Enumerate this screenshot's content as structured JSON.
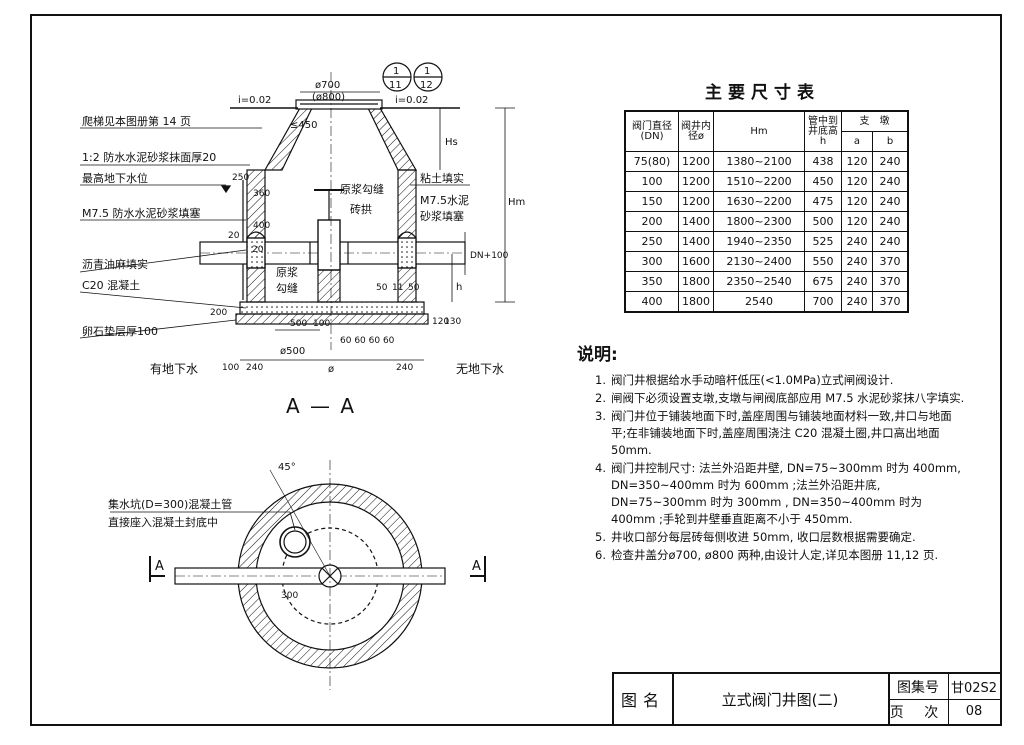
{
  "section": {
    "title": "A — A",
    "labels": {
      "ladder": "爬梯见本图册第 14 页",
      "plaster": "1:2 防水水泥砂浆抹面厚20",
      "gwl": "最高地下水位",
      "m75_fill": "M7.5 防水水泥砂浆填塞",
      "asphalt": "沥青油麻填实",
      "c20": "C20 混凝土",
      "gravel": "卵石垫层厚100",
      "with_gw": "有地下水",
      "no_gw": "无地下水",
      "clay": "粘土填实",
      "m75_right_1": "M7.5水泥",
      "m75_right_2": "砂浆填塞",
      "arch_1": "原浆勾缝",
      "arch_2": "砖拱",
      "joint_1": "原浆",
      "joint_2": "勾缝",
      "slope_left": "i=0.02",
      "slope_right": "i=0.02",
      "d700": "ø700",
      "d800": "(ø800)",
      "ref1_top": "1",
      "ref1_bottom": "11",
      "ref2_top": "1",
      "ref2_bottom": "12",
      "dim_450": "≤450",
      "dim_hs": "Hs",
      "dim_hm": "Hm",
      "dim_250": "250",
      "dim_360": "360",
      "dim_400": "400",
      "dim_20a": "20",
      "dim_20b": "20",
      "dim_200": "200",
      "dim_dn100": "DN+100",
      "dim_h": "h",
      "dim_120": "120",
      "dim_130": "130",
      "dim_50a": "50",
      "dim_11": "11",
      "dim_50b": "50",
      "dim_500a": "500",
      "dim_100": "100",
      "dim_d500": "ø500",
      "dim_60": "60 60 60 60",
      "dim_b100": "100",
      "dim_240a": "240",
      "dim_phi": "ø",
      "dim_240b": "240"
    }
  },
  "plan": {
    "labels": {
      "sump_1": "集水坑(D=300)混凝土管",
      "sump_2": "直接座入混凝土封底中",
      "angle": "45°",
      "dim_300": "300",
      "cut_left": "A",
      "cut_right": "A"
    }
  },
  "table": {
    "title": "主要尺寸表",
    "headers": {
      "dn": "阀门直径(DN)",
      "inner": "阀井内径ø",
      "hm": "Hm",
      "h": "管中到井底高h",
      "pier": "支　墩",
      "a": "a",
      "b": "b"
    },
    "rows": [
      [
        "75(80)",
        "1200",
        "1380~2100",
        "438",
        "120",
        "240"
      ],
      [
        "100",
        "1200",
        "1510~2200",
        "450",
        "120",
        "240"
      ],
      [
        "150",
        "1200",
        "1630~2200",
        "475",
        "120",
        "240"
      ],
      [
        "200",
        "1400",
        "1800~2300",
        "500",
        "120",
        "240"
      ],
      [
        "250",
        "1400",
        "1940~2350",
        "525",
        "240",
        "240"
      ],
      [
        "300",
        "1600",
        "2130~2400",
        "550",
        "240",
        "370"
      ],
      [
        "350",
        "1800",
        "2350~2540",
        "675",
        "240",
        "370"
      ],
      [
        "400",
        "1800",
        "2540",
        "700",
        "240",
        "370"
      ]
    ]
  },
  "notes": {
    "title": "说明:",
    "items": [
      {
        "num": "1.",
        "text": "阀门井根据给水手动暗杆低压(<1.0MPa)立式闸阀设计."
      },
      {
        "num": "2.",
        "text": "闸阀下必须设置支墩,支墩与闸阀底部应用 M7.5 水泥砂浆抹八字填实."
      },
      {
        "num": "3.",
        "text": "阀门井位于铺装地面下时,盖座周围与铺装地面材料一致,井口与地面平;在非铺装地面下时,盖座周围浇注 C20 混凝土圈,井口高出地面 50mm."
      },
      {
        "num": "4.",
        "text": "阀门井控制尺寸: 法兰外沿距井壁, DN=75~300mm 时为 400mm, DN=350~400mm 时为 600mm ;法兰外沿距井底, DN=75~300mm 时为 300mm , DN=350~400mm 时为 400mm ;手轮到井壁垂直距离不小于 450mm."
      },
      {
        "num": "5.",
        "text": "井收口部分每层砖每侧收进 50mm, 收口层数根据需要确定."
      },
      {
        "num": "6.",
        "text": "检查井盖分ø700, ø800 两种,由设计人定,详见本图册 11,12 页."
      }
    ]
  },
  "title_block": {
    "name_label": "图名",
    "title": "立式阀门井图(二)",
    "atlas_label": "图集号",
    "atlas_no": "甘02S2",
    "page_label": "页 次",
    "page_no": "08"
  }
}
